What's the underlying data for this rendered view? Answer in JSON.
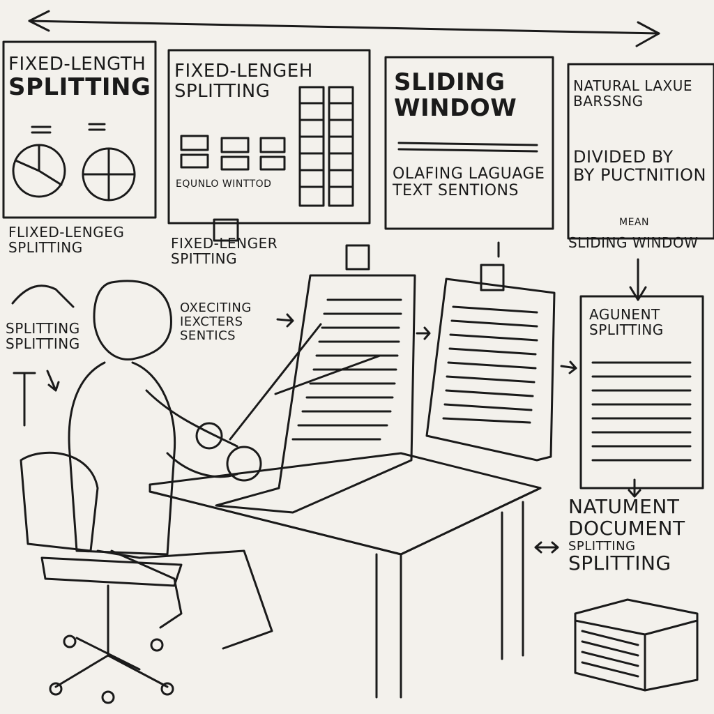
{
  "panels": {
    "fixed_1": {
      "line1": "FIXED-LENGTH",
      "line2": "SPLITTING"
    },
    "fixed_2": {
      "line1": "FIXED-LENGEH",
      "line2": "SPLITTING",
      "caption": "EQUNLO WINTTOD"
    },
    "sliding": {
      "line1": "SLIDING",
      "line2": "WINDOW",
      "line3": "OLAFING LAGUAGE",
      "line4": "TEXT SENTIONS"
    },
    "natural": {
      "line1": "NATURAL LAXUE",
      "line2": "BARSSNG",
      "line3": "DIVIDED BY",
      "line4": "BY PUCTNITION",
      "line5": "MEAN",
      "line6": "SLIDING WINDOW"
    }
  },
  "wall_notes": {
    "note_a": {
      "line1": "FLIXED-LENGEG",
      "line2": "SPLITTING"
    },
    "note_b": {
      "line1": "FIXED-LENGER",
      "line2": "SPITTING"
    },
    "note_c": {
      "line1": "OXECITING",
      "line2": "IEXCTERS",
      "line3": "SENTICS"
    },
    "note_d": {
      "line1": "SPLITTING",
      "line2": "SPLITTING"
    }
  },
  "document": {
    "line1": "AGUNENT",
    "line2": "SPLITTING"
  },
  "final": {
    "line1": "NATUMENT",
    "line2": "DOCUMENT",
    "line3": "SPLITTING",
    "line4": "SPLITTING"
  }
}
